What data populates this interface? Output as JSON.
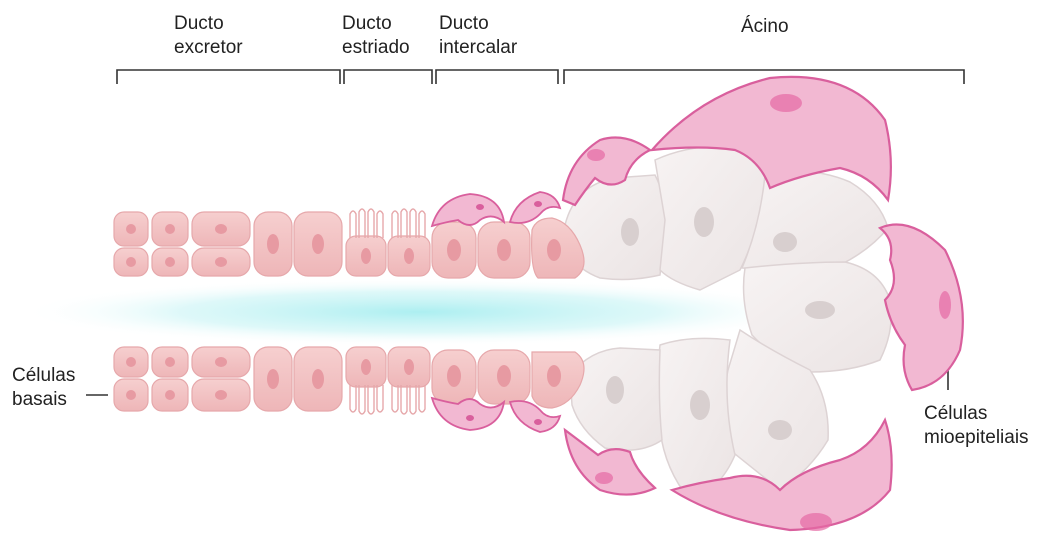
{
  "labels": {
    "ducto_excretor": {
      "line1": "Ducto",
      "line2": "excretor"
    },
    "ducto_estriado": {
      "line1": "Ducto",
      "line2": "estriado"
    },
    "ducto_intercalar": {
      "line1": "Ducto",
      "line2": "intercalar"
    },
    "acino": "Ácino",
    "celulas_basais": {
      "line1": "Células",
      "line2": "basais"
    },
    "celulas_mioepiteliais": {
      "line1": "Células",
      "line2": "mioepiteliais"
    }
  },
  "colors": {
    "duct_cell_fill": "#f3c4c4",
    "duct_cell_stroke": "#e6a8ab",
    "nucleus": "#e79aa2",
    "myoepithelial": "#e889b6",
    "myoepithelial_stroke": "#d75f9c",
    "acinar_cell_fill": "#f2eeee",
    "acinar_cell_stroke": "#ddd3d4",
    "lumen": "#a8eef0",
    "bracket": "#333333"
  }
}
